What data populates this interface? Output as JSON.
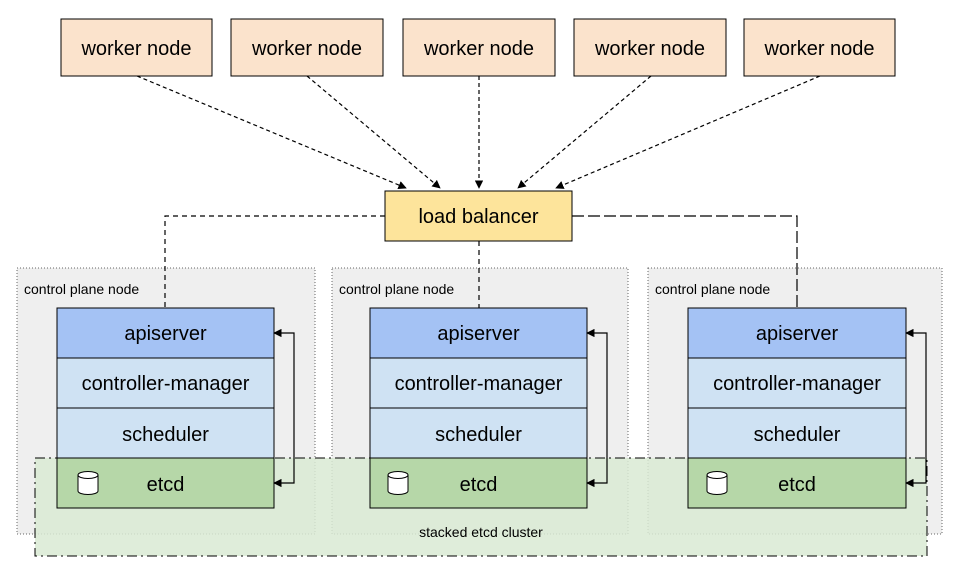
{
  "worker_nodes": [
    {
      "label": "worker node"
    },
    {
      "label": "worker node"
    },
    {
      "label": "worker node"
    },
    {
      "label": "worker node"
    },
    {
      "label": "worker node"
    }
  ],
  "load_balancer": {
    "label": "load balancer"
  },
  "control_plane_nodes": [
    {
      "title": "control plane node",
      "apiserver": "apiserver",
      "controller_manager": "controller-manager",
      "scheduler": "scheduler",
      "etcd": "etcd"
    },
    {
      "title": "control plane node",
      "apiserver": "apiserver",
      "controller_manager": "controller-manager",
      "scheduler": "scheduler",
      "etcd": "etcd"
    },
    {
      "title": "control plane node",
      "apiserver": "apiserver",
      "controller_manager": "controller-manager",
      "scheduler": "scheduler",
      "etcd": "etcd"
    }
  ],
  "etcd_cluster": {
    "label": "stacked etcd cluster"
  },
  "colors": {
    "worker_fill": "#fbe3cc",
    "load_balancer_fill": "#fde49b",
    "control_plane_bg": "#efefef",
    "apiserver_fill": "#a4c2f4",
    "component_fill": "#cfe2f3",
    "etcd_fill": "#b6d7a8",
    "etcd_cluster_fill": "#d9ead3",
    "stroke": "#000000"
  },
  "icons": {
    "etcd_storage": "database-cylinder-icon"
  }
}
